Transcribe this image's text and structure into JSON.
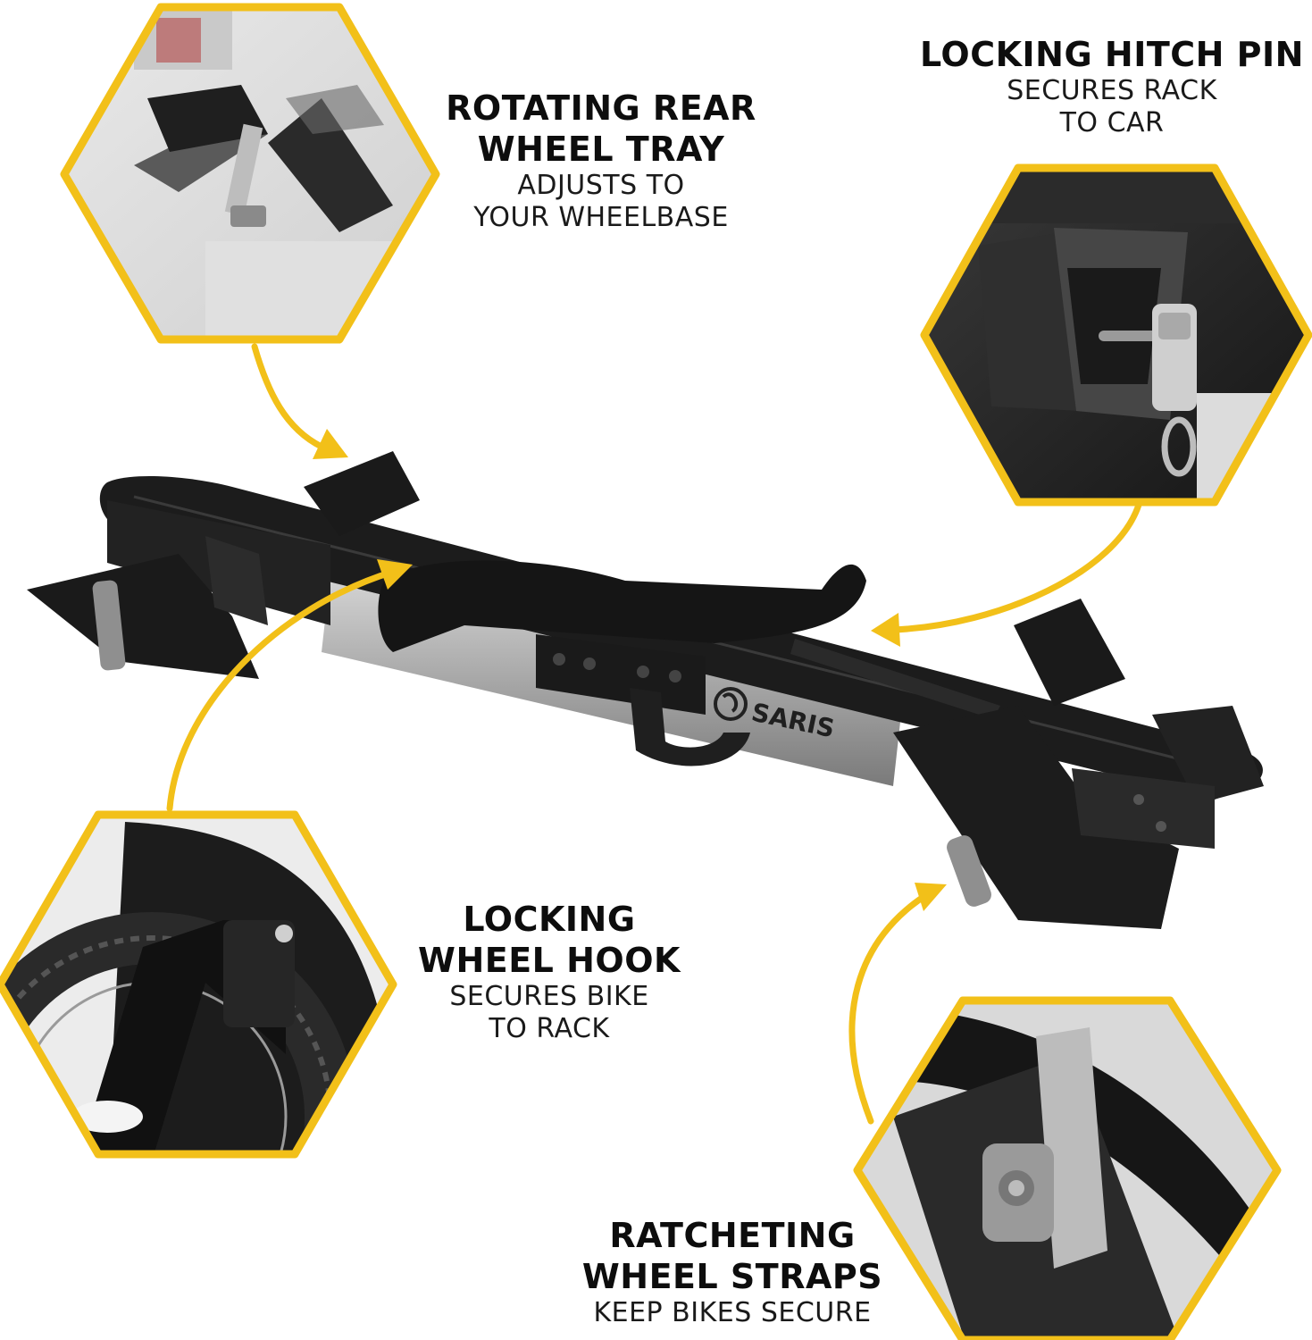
{
  "colors": {
    "accent": "#f2c019",
    "rack_black": "#1c1c1c",
    "rack_silver": "#a9a9a9",
    "text": "#111111"
  },
  "brand": {
    "logo_text": "SARIS"
  },
  "features": [
    {
      "id": "rear-wheel-tray",
      "title_lines": [
        "ROTATING REAR",
        "WHEEL TRAY"
      ],
      "desc_lines": [
        "ADJUSTS TO",
        "YOUR WHEELBASE"
      ]
    },
    {
      "id": "hitch-pin",
      "title_lines": [
        "LOCKING HITCH PIN"
      ],
      "desc_lines": [
        "SECURES RACK",
        "TO CAR"
      ]
    },
    {
      "id": "wheel-hook",
      "title_lines": [
        "LOCKING",
        "WHEEL HOOK"
      ],
      "desc_lines": [
        "SECURES BIKE",
        "TO RACK"
      ]
    },
    {
      "id": "wheel-straps",
      "title_lines": [
        "RATCHETING",
        "WHEEL STRAPS"
      ],
      "desc_lines": [
        "KEEP BIKES SECURE"
      ]
    }
  ]
}
